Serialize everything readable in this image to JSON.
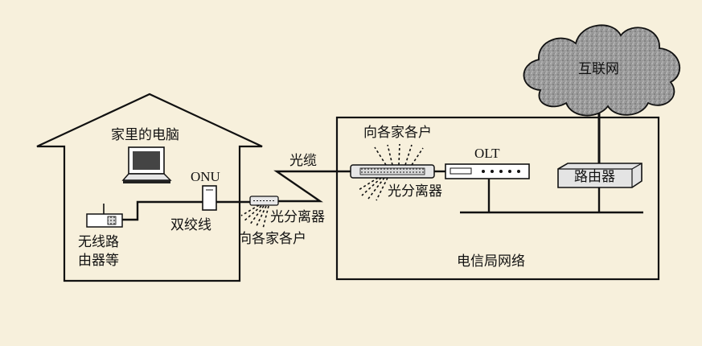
{
  "labels": {
    "home_computer": "家里的电脑",
    "onu": "ONU",
    "twisted_pair": "双绞线",
    "wireless_router": [
      "无线路",
      "由器等"
    ],
    "splitter_home": "光分离器",
    "to_each_user_home": "向各家各户",
    "fiber_cable": "光缆",
    "to_each_user_telecom": "向各家各户",
    "splitter_telecom": "光分离器",
    "olt": "OLT",
    "router": "路由器",
    "internet": "互联网",
    "telecom_network": "电信局网络"
  },
  "colors": {
    "background": "#f7f0dc",
    "line": "#111111",
    "cloud": "#8f8f8f"
  }
}
